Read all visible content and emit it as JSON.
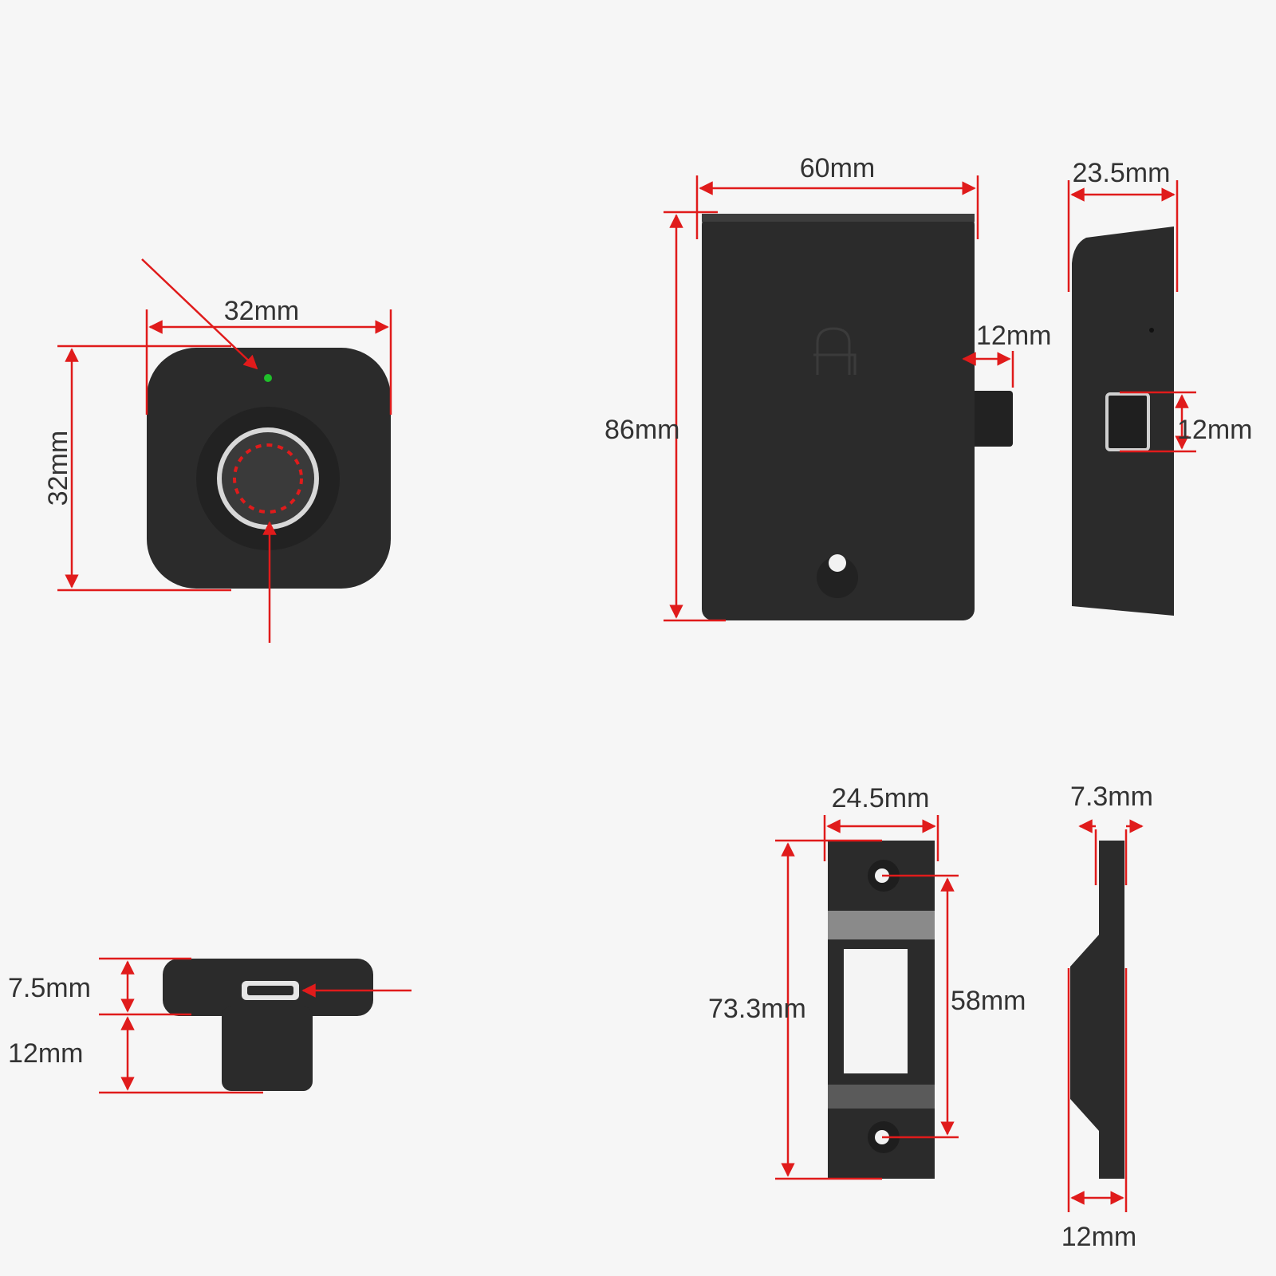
{
  "colors": {
    "background": "#f6f6f6",
    "dimension": "#e01b1b",
    "part": "#2b2b2b",
    "led": "#1fbf2a"
  },
  "reader_front": {
    "width_label": "32mm",
    "height_label": "32mm"
  },
  "reader_side": {
    "top_label": "7.5mm",
    "bottom_label": "12mm"
  },
  "lock_front": {
    "width_label": "60mm",
    "height_label": "86mm",
    "bolt_label": "12mm"
  },
  "lock_side": {
    "depth_label": "23.5mm",
    "bolt_label": "12mm"
  },
  "strike_front": {
    "width_label": "24.5mm",
    "height_label": "73.3mm",
    "hole_spacing_label": "58mm"
  },
  "strike_side": {
    "top_label": "7.3mm",
    "bottom_label": "12mm"
  }
}
